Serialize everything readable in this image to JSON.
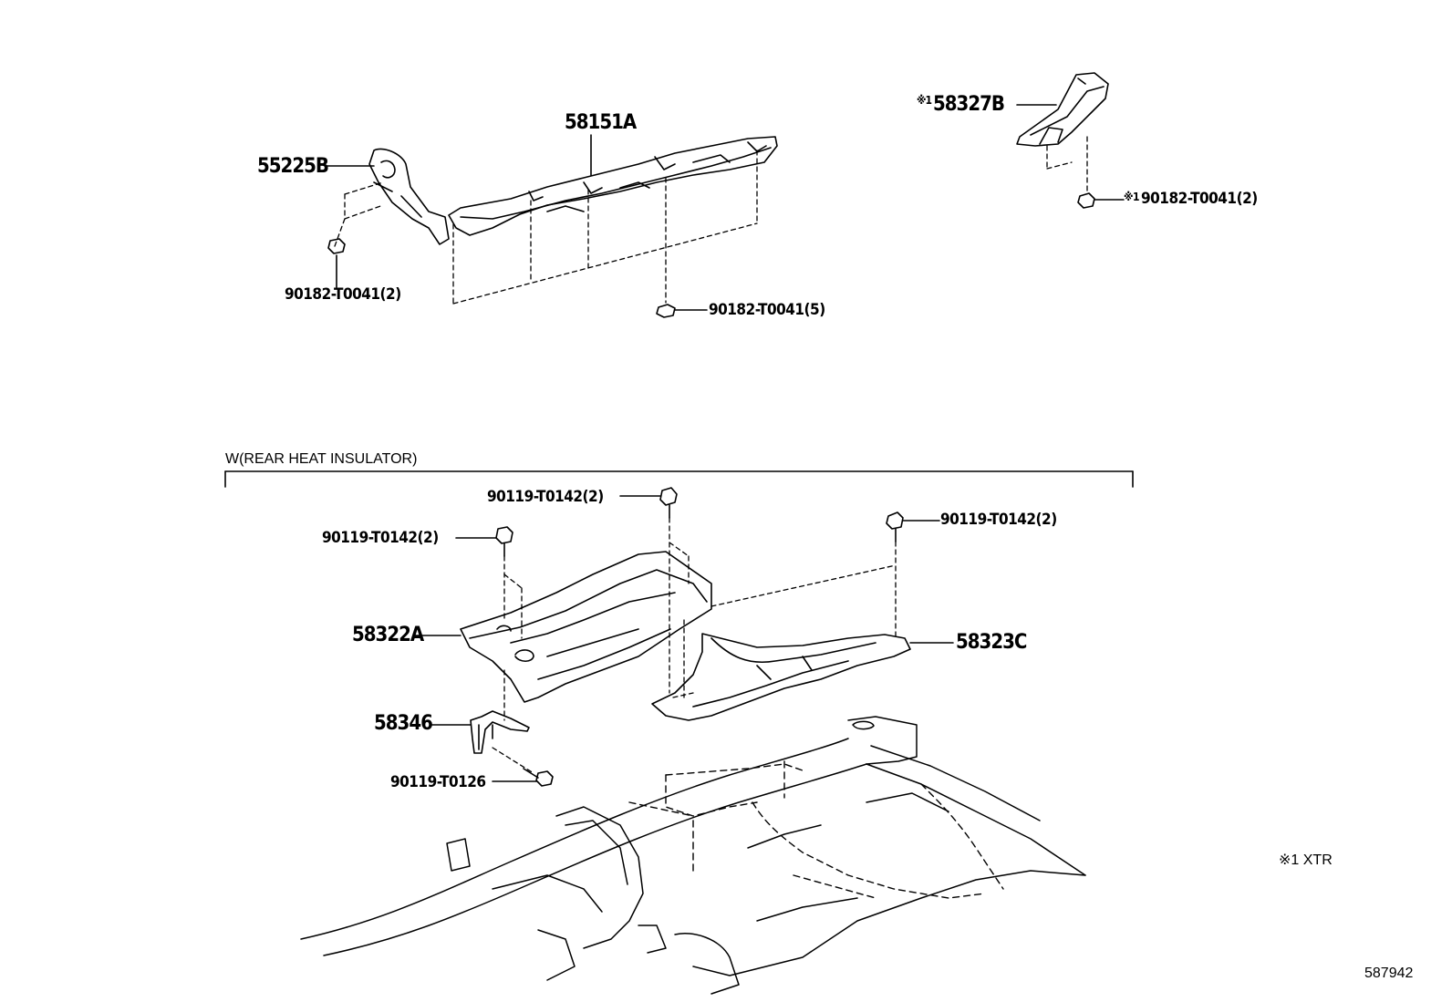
{
  "diagram": {
    "parts": {
      "p55225B": "55225B",
      "p58151A": "58151A",
      "p58327B": "58327B",
      "p58322A": "58322A",
      "p58323C": "58323C",
      "p58346": "58346"
    },
    "fasteners": {
      "f1": "90182-T0041(2)",
      "f2": "90182-T0041(5)",
      "f3": "90182-T0041(2)",
      "f4": "90119-T0142(2)",
      "f5": "90119-T0142(2)",
      "f6": "90119-T0142(2)",
      "f7": "90119-T0126"
    },
    "ref_mark": "※1",
    "section_title": "W(REAR HEAT INSULATOR)",
    "footnote": "※1 XTR",
    "diagram_id": "587942"
  }
}
